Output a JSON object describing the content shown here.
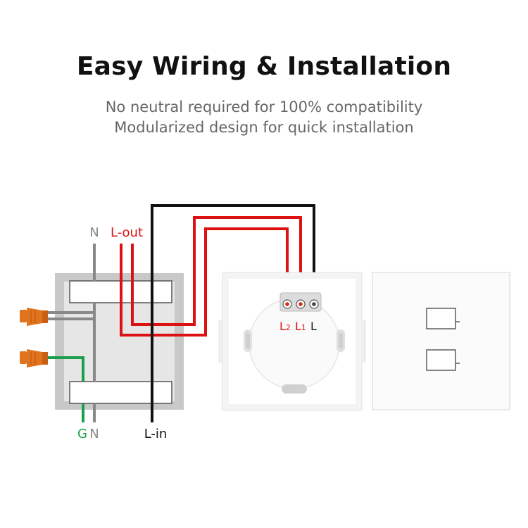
{
  "header": {
    "title": "Easy Wiring & Installation",
    "subtitle_line1": "No neutral required for 100% compatibility",
    "subtitle_line2": "Modularized design for quick installation"
  },
  "wiring_labels": {
    "n_top": "N",
    "l_out": "L-out",
    "g_bottom": "G",
    "n_bottom": "N",
    "l_in": "L-in"
  },
  "terminal_labels": {
    "l2_main": "L",
    "l2_sub": "2",
    "l1_main": "L",
    "l1_sub": "1",
    "l": "L"
  },
  "colors": {
    "live": "#111111",
    "load": "#dd1111",
    "neutral": "#888888",
    "ground": "#1aa04a",
    "connector": "#e0731c",
    "box": "#c8c8c8"
  }
}
